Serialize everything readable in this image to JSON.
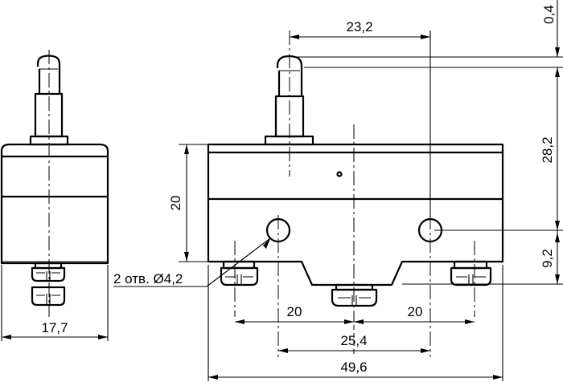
{
  "dimensions": {
    "plunger_offset": "23,2",
    "overtravel": "0,4",
    "plunger_height": "28,2",
    "hole_height": "9,2",
    "body_height": "20",
    "holes_note": "2 отв. Ø4,2",
    "hole_to_center_left": "20",
    "hole_to_center_right": "20",
    "hole_spacing": "25,4",
    "body_length": "49,6",
    "body_width": "17,7"
  }
}
